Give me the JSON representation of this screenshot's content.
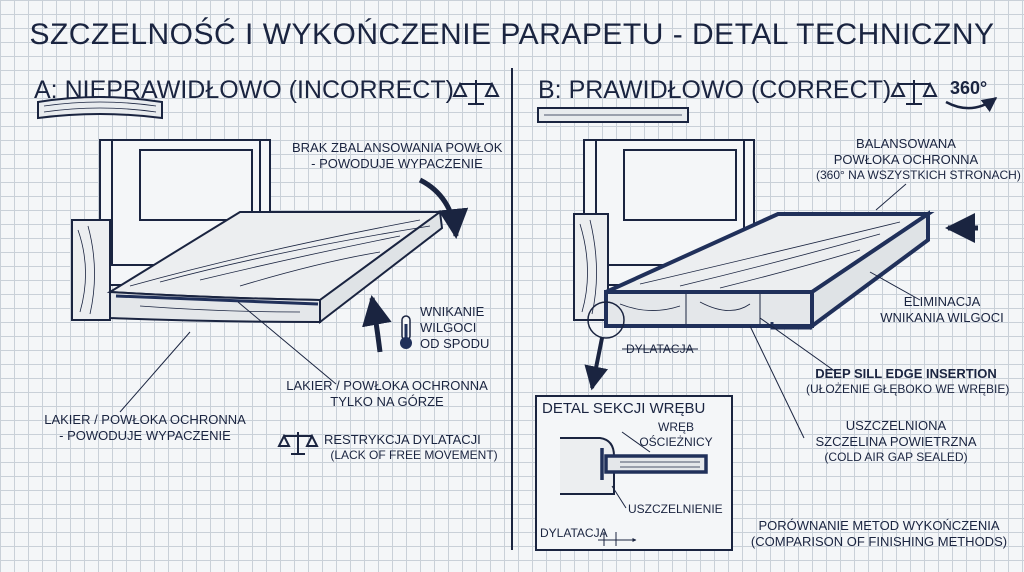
{
  "title": "SZCZELNOŚĆ I WYKOŃCZENIE PARAPETU - DETAL TECHNICZNY",
  "panel_a": {
    "heading": "A: NIEPRAWIDŁOWO (INCORRECT)",
    "label_imbalance_1": "BRAK ZBALANSOWANIA POWŁOK",
    "label_imbalance_2": "- POWODUJE WYPACZENIE",
    "label_moisture_1": "WNIKANIE",
    "label_moisture_2": "WILGOCI",
    "label_moisture_3": "OD SPODU",
    "label_top_coat_1": "LAKIER / POWŁOKA OCHRONNA",
    "label_top_coat_2": "TYLKO NA GÓRZE",
    "label_warp_1": "LAKIER / POWŁOKA OCHRONNA",
    "label_warp_2": "- POWODUJE WYPACZENIE",
    "label_restriction_1": "RESTRYKCJA DYLATACJI",
    "label_restriction_2": "(LACK OF FREE MOVEMENT)"
  },
  "panel_b": {
    "heading": "B: PRAWIDŁOWO (CORRECT)",
    "badge_360": "360°",
    "label_balanced_1": "BALANSOWANA",
    "label_balanced_2": "POWŁOKA OCHRONNA",
    "label_balanced_3": "(360° NA WSZYSTKICH STRONACH)",
    "label_elimination_1": "ELIMINACJA",
    "label_elimination_2": "WNIKANIA WILGOCI",
    "label_dylatacja": "DYLATACJA",
    "label_deep_1": "DEEP SILL EDGE INSERTION",
    "label_deep_2": "(UŁOŻENIE GŁĘBOKO WE WRĘBIE)",
    "label_sealed_1": "USZCZELNIONA",
    "label_sealed_2": "SZCZELINA POWIETRZNA",
    "label_sealed_3": "(COLD AIR GAP SEALED)",
    "detail_title": "DETAL SEKCJI WRĘBU",
    "detail_label_wreb_1": "WRĘB",
    "detail_label_wreb_2": "OŚCIEŻNICY",
    "detail_label_seal": "USZCZELNIENIE",
    "detail_label_dylatacja": "DYLATACJA",
    "footer_1": "PORÓWNANIE METOD WYKOŃCZENIA",
    "footer_2": "(COMPARISON OF FINISHING METHODS)"
  },
  "colors": {
    "ink": "#1a2440",
    "navy": "#20305a",
    "wood": "#eceef0",
    "grid": "#c9d0d8"
  }
}
